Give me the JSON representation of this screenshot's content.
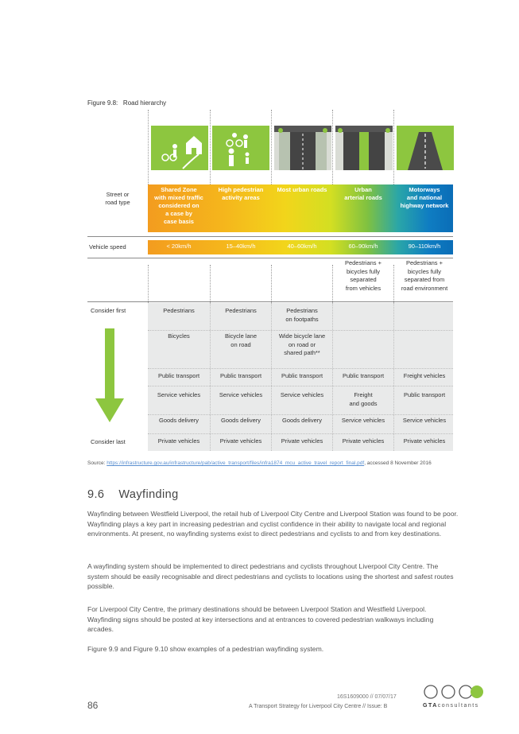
{
  "figure": {
    "caption": "Figure 9.8:   Road hierarchy",
    "row_labels": {
      "street_type": "Street or\nroad type",
      "vehicle_speed": "Vehicle speed",
      "consider_first": "Consider first",
      "consider_last": "Consider last"
    },
    "headers": [
      "Shared Zone\nwith mixed traffic\nconsidered on\na case by\ncase basis",
      "High pedestrian\nactivity areas",
      "Most urban roads",
      "Urban\narterial roads",
      "Motorways\nand national\nhighway network"
    ],
    "speeds": [
      "< 20km/h",
      "15–40km/h",
      "40–60km/h",
      "60–90km/h",
      "90–110km/h"
    ],
    "separation": [
      "",
      "",
      "",
      "Pedestrians +\nbicycles fully\nseparated\nfrom vehicles",
      "Pedestrians +\nbicycles fully\nseparated from\nroad environment"
    ],
    "matrix": [
      [
        "Pedestrians",
        "Pedestrians",
        "Pedestrians\non footpaths",
        "",
        ""
      ],
      [
        "Bicycles",
        "Bicycle lane\non road",
        "Wide bicycle lane\non road or\nshared path**",
        "",
        ""
      ],
      [
        "Public transport",
        "Public transport",
        "Public transport",
        "Public transport",
        "Freight vehicles"
      ],
      [
        "Service vehicles",
        "Service vehicles",
        "Service vehicles",
        "Freight\nand goods",
        "Public transport"
      ],
      [
        "Goods delivery",
        "Goods delivery",
        "Goods delivery",
        "Service vehicles",
        "Service vehicles"
      ],
      [
        "Private vehicles",
        "Private vehicles",
        "Private vehicles",
        "Private vehicles",
        "Private vehicles"
      ]
    ]
  },
  "source": {
    "prefix": "Source: ",
    "link": "https://infrastructure.gov.au/infrastructure/pab/active_transport/files/infra1874_mcu_active_travel_report_final.pdf",
    "suffix": ", accessed 8 November 2016"
  },
  "section": {
    "number": "9.6",
    "title": "Wayfinding"
  },
  "paragraphs": [
    "Wayfinding between Westfield Liverpool, the retail hub of Liverpool City Centre and Liverpool Station was found to be poor. Wayfinding plays a key part in increasing pedestrian and cyclist confidence in their ability to navigate local and regional environments. At present, no wayfinding systems exist to direct pedestrians and cyclists to and from key destinations.",
    "A wayfinding system should be implemented to direct pedestrians and cyclists throughout Liverpool City Centre. The system should be easily recognisable and direct pedestrians and cyclists to locations using the shortest and safest routes possible.",
    "For Liverpool City Centre, the primary destinations should be between Liverpool Station and Westfield Liverpool. Wayfinding signs should be posted at key intersections and at entrances to covered pedestrian walkways including arcades.",
    "Figure 9.9 and Figure 9.10 show examples of a pedestrian wayfinding system."
  ],
  "footer": {
    "meta": "16S1609000 // 07/07/17",
    "title": "A Transport Strategy for Liverpool City Centre // Issue: B",
    "page_number": "86",
    "logo_bold": "GTA",
    "logo_rest": "consultants"
  },
  "colors": {
    "icon_green": "#8dc63f",
    "arrow_green": "#8dc63f",
    "gradient_start": "#f39c1f",
    "gradient_end": "#0a6db7"
  }
}
